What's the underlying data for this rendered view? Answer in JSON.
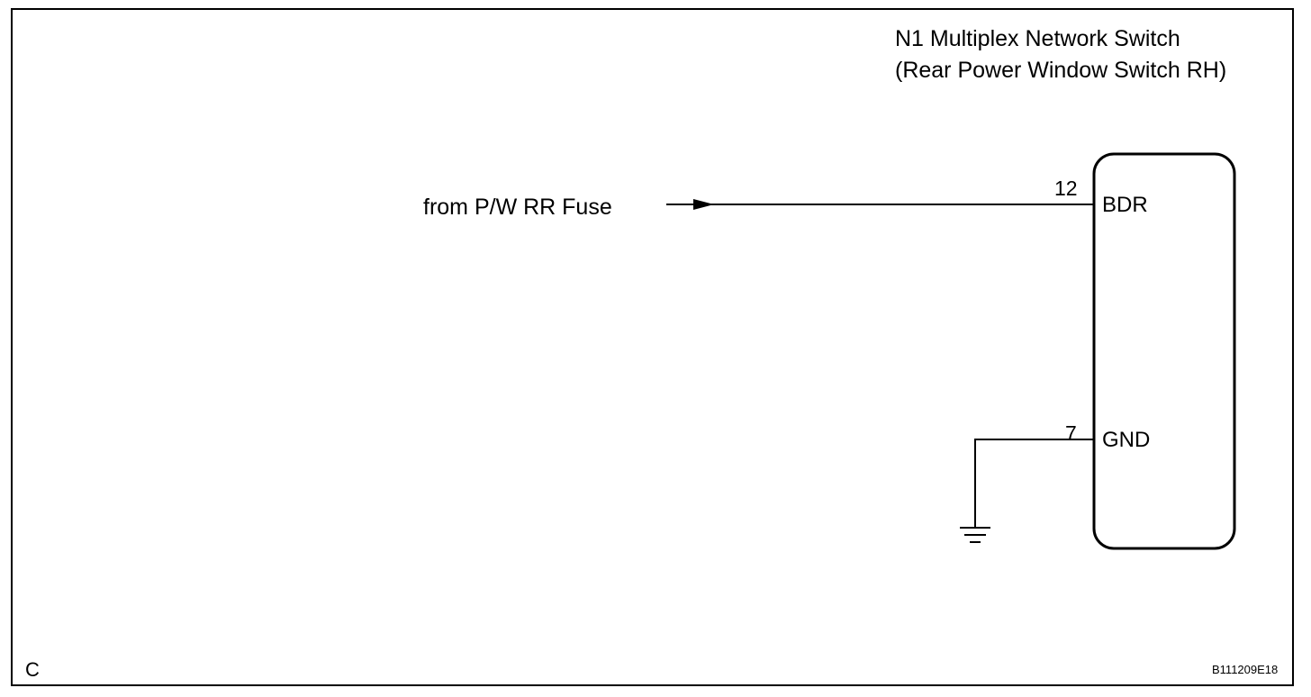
{
  "component": {
    "title_line1": "N1 Multiplex Network Switch",
    "title_line2": "(Rear Power Window Switch RH)"
  },
  "source": {
    "label": "from P/W RR Fuse"
  },
  "pins": [
    {
      "number": "12",
      "name": "BDR"
    },
    {
      "number": "7",
      "name": "GND"
    }
  ],
  "footer": {
    "corner_letter": "C",
    "figure_code": "B111209E18"
  },
  "icons": {
    "ground": "ground-icon",
    "arrow": "arrow-right-icon"
  }
}
